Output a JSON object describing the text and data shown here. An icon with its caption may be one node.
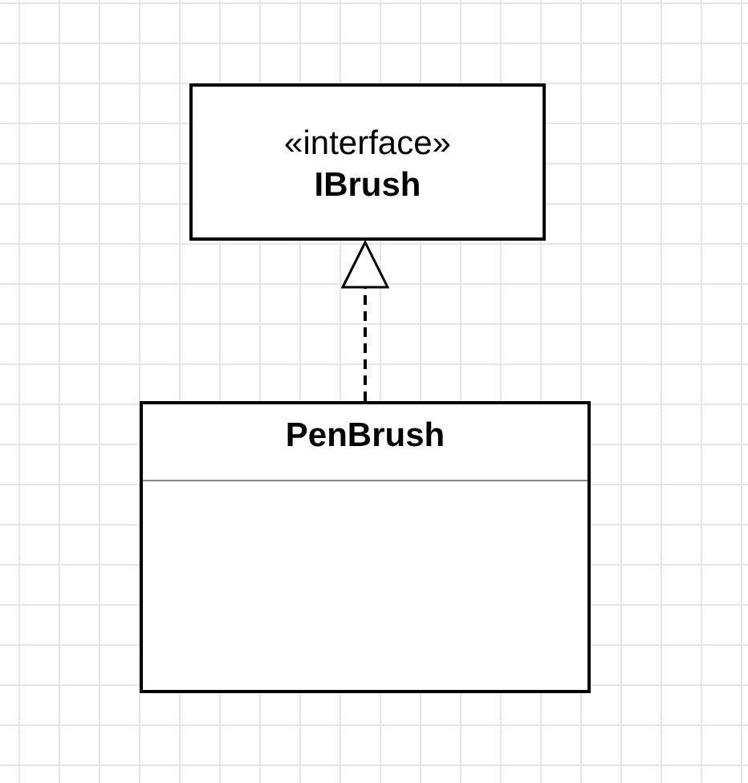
{
  "diagram": {
    "nodes": [
      {
        "text": [
          "«interface»",
          "IBrush"
        ]
      },
      {
        "text": [
          "PenBrush"
        ]
      }
    ],
    "edges": [
      {
        "from": 1,
        "to": 0,
        "arrow": "to",
        "style": "dashed"
      }
    ]
  }
}
